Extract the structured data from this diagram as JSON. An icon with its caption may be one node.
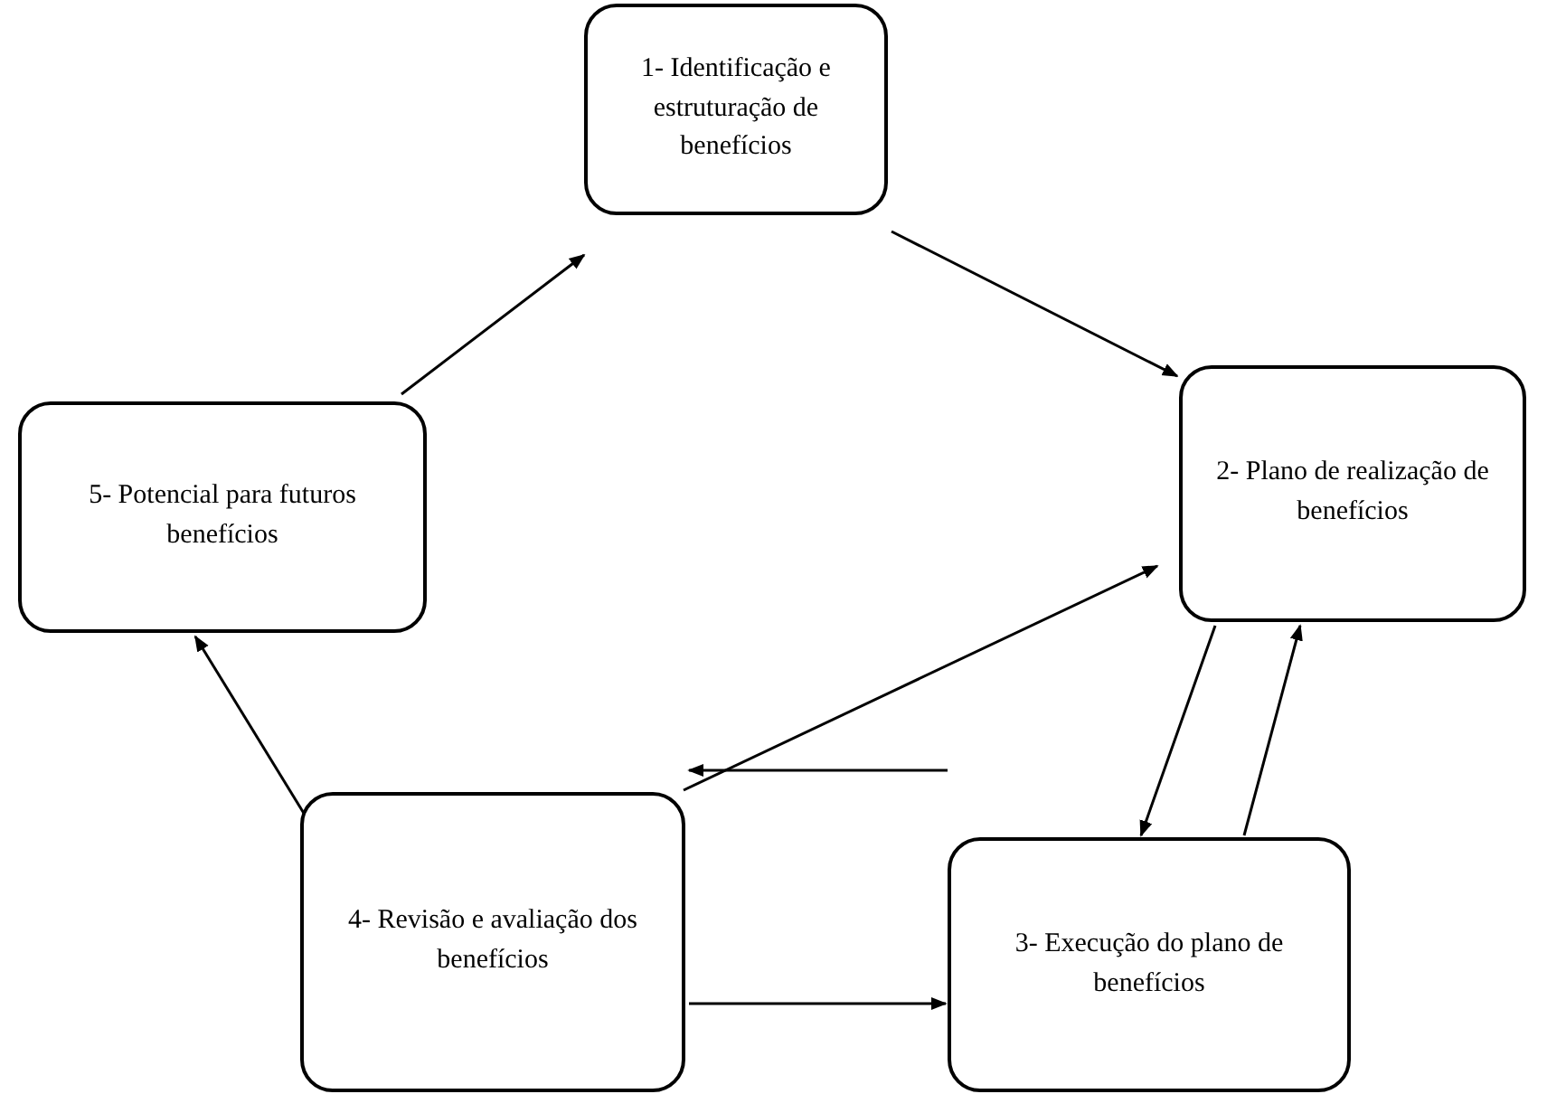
{
  "diagram": {
    "nodes": [
      {
        "text": [
          "1- Identificação e estruturação de benefícios"
        ]
      },
      {
        "text": [
          "2- Plano de realização de benefícios"
        ]
      },
      {
        "text": [
          "3- Execução do plano de benefícios"
        ]
      },
      {
        "text": [
          "4- Revisão e avaliação dos benefícios"
        ]
      },
      {
        "text": [
          "5- Potencial para futuros benefícios"
        ]
      }
    ],
    "edges": [
      {
        "from": 4,
        "to": 0,
        "arrow": "to"
      },
      {
        "from": 0,
        "to": 1,
        "arrow": "to"
      },
      {
        "from": 1,
        "to": 2,
        "arrow": "to"
      },
      {
        "from": 2,
        "to": 1,
        "arrow": "to"
      },
      {
        "from": 3,
        "to": 1,
        "arrow": "to"
      },
      {
        "from": 3,
        "to": 4,
        "arrow": "to"
      },
      {
        "from": 2,
        "to": 3,
        "arrow": "to"
      },
      {
        "from": 3,
        "to": 2,
        "arrow": "to"
      }
    ]
  }
}
